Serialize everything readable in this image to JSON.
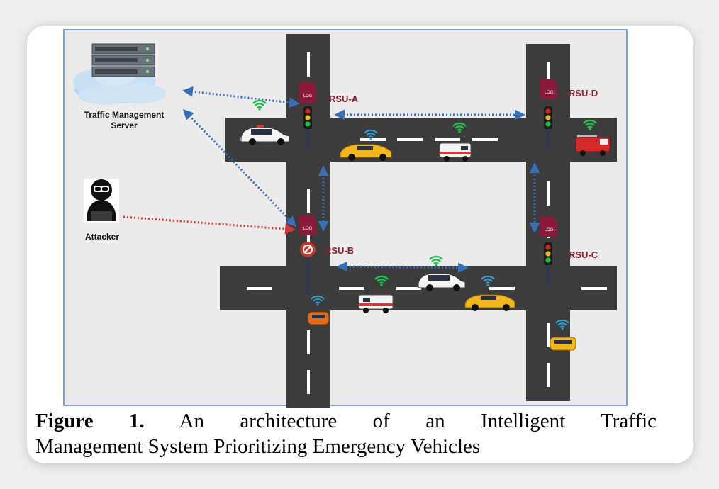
{
  "diagram": {
    "server_label_line1": "Traffic Management",
    "server_label_line2": "Server",
    "attacker_label": "Attacker",
    "rsu_a": "RSU-A",
    "rsu_b": "RSU-B",
    "rsu_c": "RSU-C",
    "rsu_d": "RSU-D",
    "log_text": "LOG"
  },
  "caption": {
    "label": "Figure 1.",
    "line1_rest": "An architecture of an Intelligent Traffic",
    "line2": "Management System Prioritizing Emergency Vehicles"
  },
  "colors": {
    "road": "#3c3c3c",
    "lane": "#ffffff",
    "v2i_link": "#3a6fb5",
    "attack_link": "#d23a3a",
    "rsu_log": "#8b1a3a",
    "wifi": "#1fc24a",
    "wifi_vehicle": "#3aa0d8",
    "frame_border": "#7f9fd2"
  }
}
